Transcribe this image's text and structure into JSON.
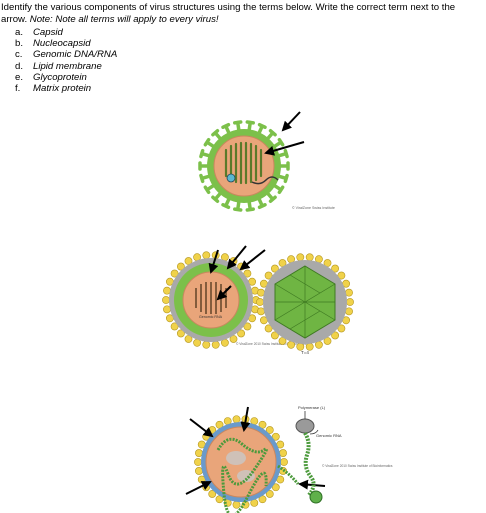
{
  "instructions": {
    "text": "Identify the various components of virus structures using the terms below. Write the correct term next to the arrow.",
    "note": "Note: Note all terms will apply to every virus!"
  },
  "terms": [
    {
      "letter": "a.",
      "label": "Capsid"
    },
    {
      "letter": "b.",
      "label": "Nucleocapsid"
    },
    {
      "letter": "c.",
      "label": "Genomic DNA/RNA"
    },
    {
      "letter": "d.",
      "label": "Lipid membrane"
    },
    {
      "letter": "e.",
      "label": "Glycoprotein"
    },
    {
      "letter": "f.",
      "label": "Matrix protein"
    }
  ],
  "figures": {
    "fig1_credit": "© ViralZone Swiss Institute",
    "fig2_inner_label": "Genomic RNA",
    "fig2_credit": "© ViralZone 2010 Swiss Institute of Bioinformatics",
    "fig2_symmetry": "T=4",
    "fig3_labels": {
      "polymerase": "Polymerase (L)",
      "genomic_rna": "Genomic RNA",
      "credit": "© ViralZone 2010 Swiss Institute of Bioinformatics"
    }
  },
  "colors": {
    "spike_green": "#7cc04a",
    "core_tan": "#e9a57a",
    "yellow_protein": "#f0d24a",
    "grey_matrix": "#a9a9a9"
  }
}
